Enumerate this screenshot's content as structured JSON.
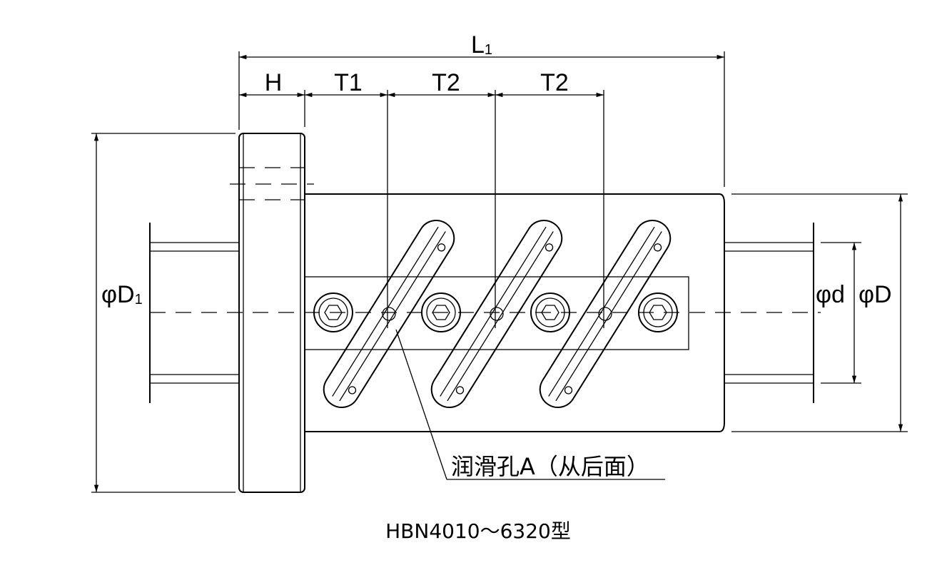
{
  "dimensions": {
    "L1": {
      "main": "L",
      "sub": "1"
    },
    "H": "H",
    "T1": "T1",
    "T2a": "T2",
    "T2b": "T2",
    "D1": {
      "main": "φD",
      "sub": "1"
    },
    "d": "φd",
    "D": "φD"
  },
  "annotation": "润滑孔A（从后面）",
  "caption": "HBN4010～6320型"
}
